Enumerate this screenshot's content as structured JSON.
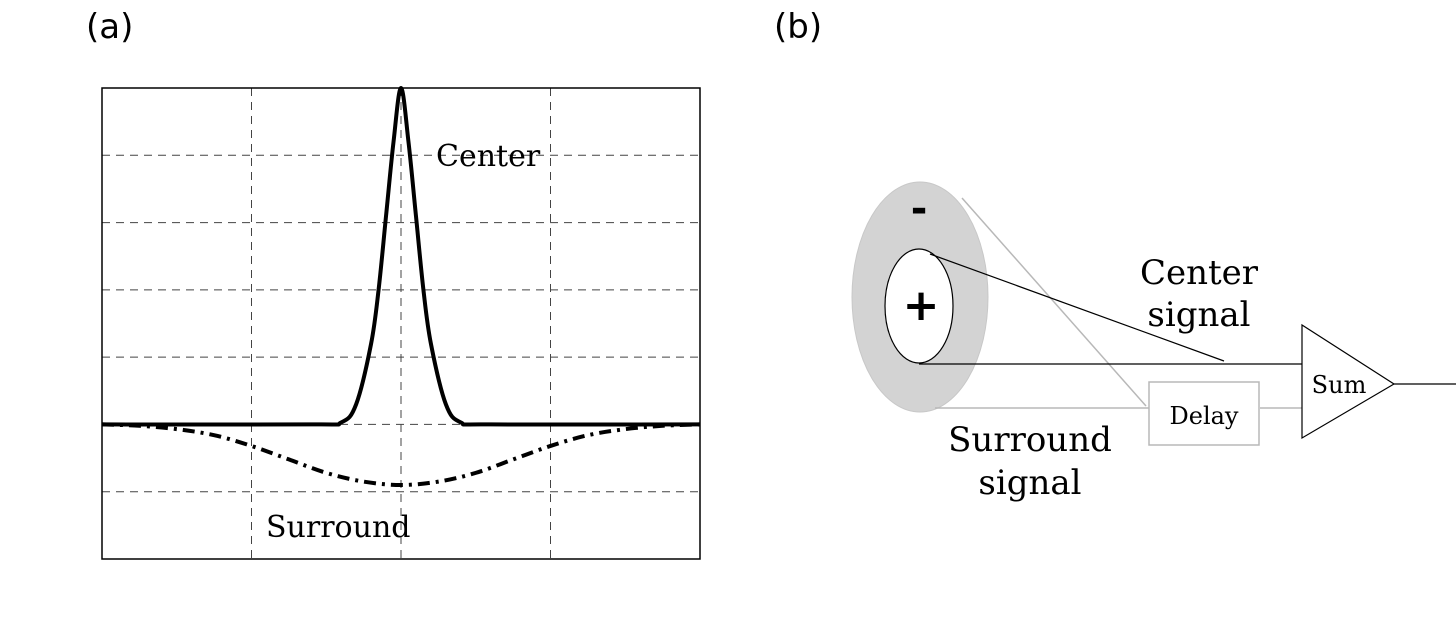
{
  "panel_a": {
    "label": "(a)",
    "center_label": "Center",
    "surround_label": "Surround"
  },
  "panel_b": {
    "label": "(b)",
    "minus_sign": "-",
    "plus_sign": "+",
    "center_signal_line1": "Center",
    "center_signal_line2": "signal",
    "surround_signal_line1": "Surround",
    "surround_signal_line2": "signal",
    "delay_label": "Delay",
    "sum_label": "Sum"
  },
  "colors": {
    "surround_fill": "#d3d3d3",
    "gray_stroke": "#b8b8b8",
    "black": "#000000"
  },
  "chart_data": {
    "type": "line",
    "title": "",
    "xlabel": "",
    "ylabel": "",
    "xlim": [
      -2,
      2
    ],
    "ylim": [
      -2,
      5
    ],
    "grid": true,
    "series": [
      {
        "name": "Center",
        "style": "solid",
        "x": [
          -2,
          -0.6,
          -0.4,
          -0.3,
          -0.2,
          -0.15,
          -0.1,
          -0.05,
          0,
          0.05,
          0.1,
          0.15,
          0.2,
          0.3,
          0.4,
          0.6,
          2
        ],
        "values": [
          0,
          0,
          0.03,
          0.3,
          1.2,
          2.0,
          3.1,
          4.2,
          5.0,
          4.2,
          3.1,
          2.0,
          1.2,
          0.3,
          0.03,
          0,
          0
        ]
      },
      {
        "name": "Surround",
        "style": "dashed",
        "x": [
          -2,
          -1.75,
          -1.5,
          -1.25,
          -1.0,
          -0.75,
          -0.5,
          -0.25,
          0,
          0.25,
          0.5,
          0.75,
          1.0,
          1.25,
          1.5,
          1.75,
          2
        ],
        "values": [
          0,
          -0.02,
          -0.07,
          -0.16,
          -0.32,
          -0.52,
          -0.72,
          -0.85,
          -0.9,
          -0.85,
          -0.72,
          -0.52,
          -0.32,
          -0.16,
          -0.07,
          -0.02,
          0
        ]
      }
    ]
  }
}
